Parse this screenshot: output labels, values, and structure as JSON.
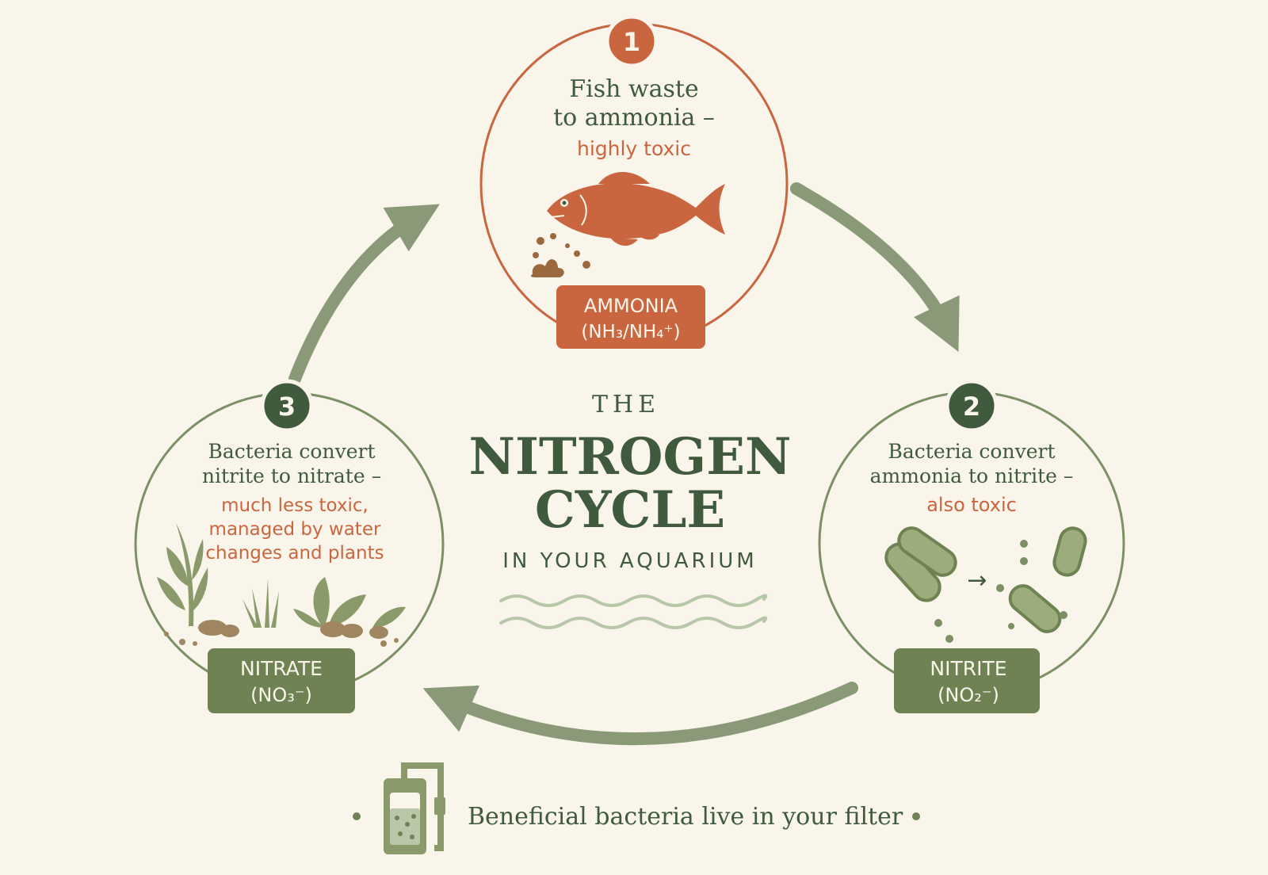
{
  "colors": {
    "background": "#f9f5ea",
    "orange": "#c9663f",
    "green_dark": "#3f5a3c",
    "green": "#7d9065",
    "green_label": "#6e8253",
    "arrow": "#8a9a78",
    "wave": "#b9c7a9",
    "title": "#3f5a3c"
  },
  "title": {
    "the": "THE",
    "line1": "NITROGEN",
    "line2": "CYCLE",
    "subtitle": "IN YOUR AQUARIUM"
  },
  "stage1": {
    "number": "1",
    "text_line1": "Fish waste",
    "text_line2": "to ammonia –",
    "toxicity": "highly toxic",
    "label_name": "AMMONIA",
    "label_formula": "(NH₃/NH₄⁺)"
  },
  "stage2": {
    "number": "2",
    "text_line1": "Bacteria convert",
    "text_line2": "ammonia to nitrite –",
    "toxicity": "also toxic",
    "label_name": "NITRITE",
    "label_formula": "(NO₂⁻)"
  },
  "stage3": {
    "number": "3",
    "text_line1": "Bacteria convert",
    "text_line2": "nitrite to nitrate –",
    "toxicity_line1": "much less toxic,",
    "toxicity_line2": "managed by water",
    "toxicity_line3": "changes and plants",
    "label_name": "NITRATE",
    "label_formula": "(NO₃⁻)"
  },
  "footer": {
    "text": "Beneficial bacteria live in your filter"
  },
  "icons": {
    "fish": "fish-icon",
    "waste": "fish-waste-icon",
    "bacteria": "bacteria-icon",
    "plants": "aquatic-plants-icon",
    "filter": "aquarium-filter-icon",
    "waves": "water-waves-icon",
    "arrow": "arrow-right-icon"
  }
}
